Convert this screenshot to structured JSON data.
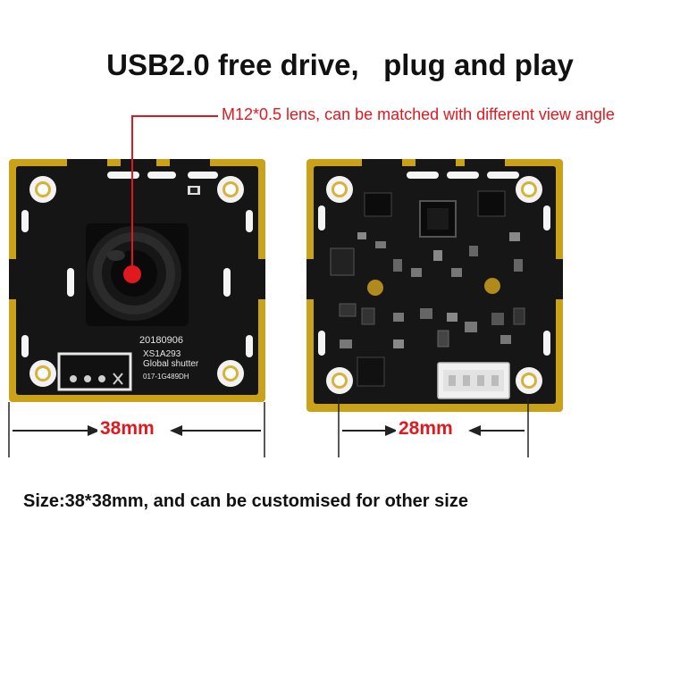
{
  "headline": "USB2.0 free drive,   plug and play",
  "lens_callout": "M12*0.5 lens, can be matched with different view angle",
  "size_note": "Size:38*38mm, and can be customised for other size",
  "front_board": {
    "width_label": "38mm",
    "silkscreen": {
      "date": "20180906",
      "model": "XS1A293",
      "shutter": "Global shutter",
      "code": "017-1G489DH"
    }
  },
  "back_board": {
    "width_label": "28mm"
  },
  "colors": {
    "accent": "#e0191f",
    "pcb": "#141414",
    "gold": "#c9a21a",
    "text": "#111111"
  }
}
